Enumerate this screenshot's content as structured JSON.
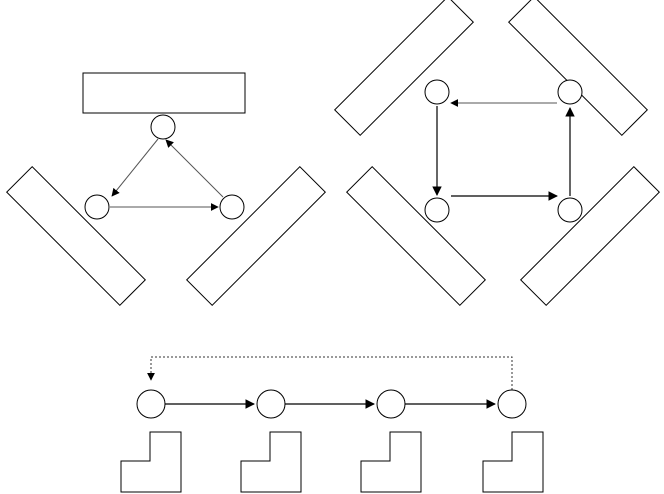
{
  "diagram": {
    "background": "#ffffff",
    "stroke": "#000000",
    "groups": [
      {
        "name": "triangle-cycle",
        "nodes": 3,
        "bars": 2,
        "box": 1
      },
      {
        "name": "square-cycle",
        "nodes": 4,
        "bars": 4
      },
      {
        "name": "line-with-return",
        "nodes": 4,
        "l-shapes": 4
      }
    ],
    "labels": []
  }
}
